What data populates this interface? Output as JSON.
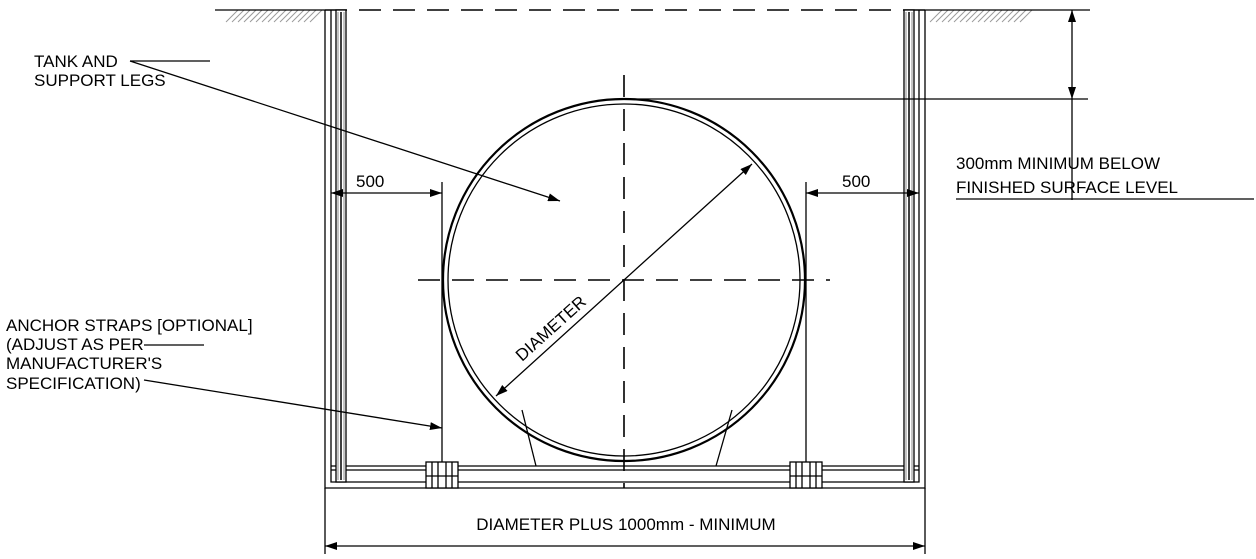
{
  "labels": {
    "tank_line1": "TANK AND",
    "tank_line2": "SUPPORT LEGS",
    "clearance_left": "500",
    "clearance_right": "500",
    "depth_line1": "300mm MINIMUM BELOW",
    "depth_line2": "FINISHED SURFACE LEVEL",
    "anchor_line1": "ANCHOR STRAPS [OPTIONAL]",
    "anchor_line2": "(ADJUST AS PER",
    "anchor_line3": "MANUFACTURER'S",
    "anchor_line4": "SPECIFICATION)",
    "diameter": "DIAMETER",
    "overall_width": "DIAMETER PLUS 1000mm - MINIMUM"
  },
  "colors": {
    "line": "#000000",
    "hatch": "#9a9a9a",
    "background": "#ffffff"
  }
}
